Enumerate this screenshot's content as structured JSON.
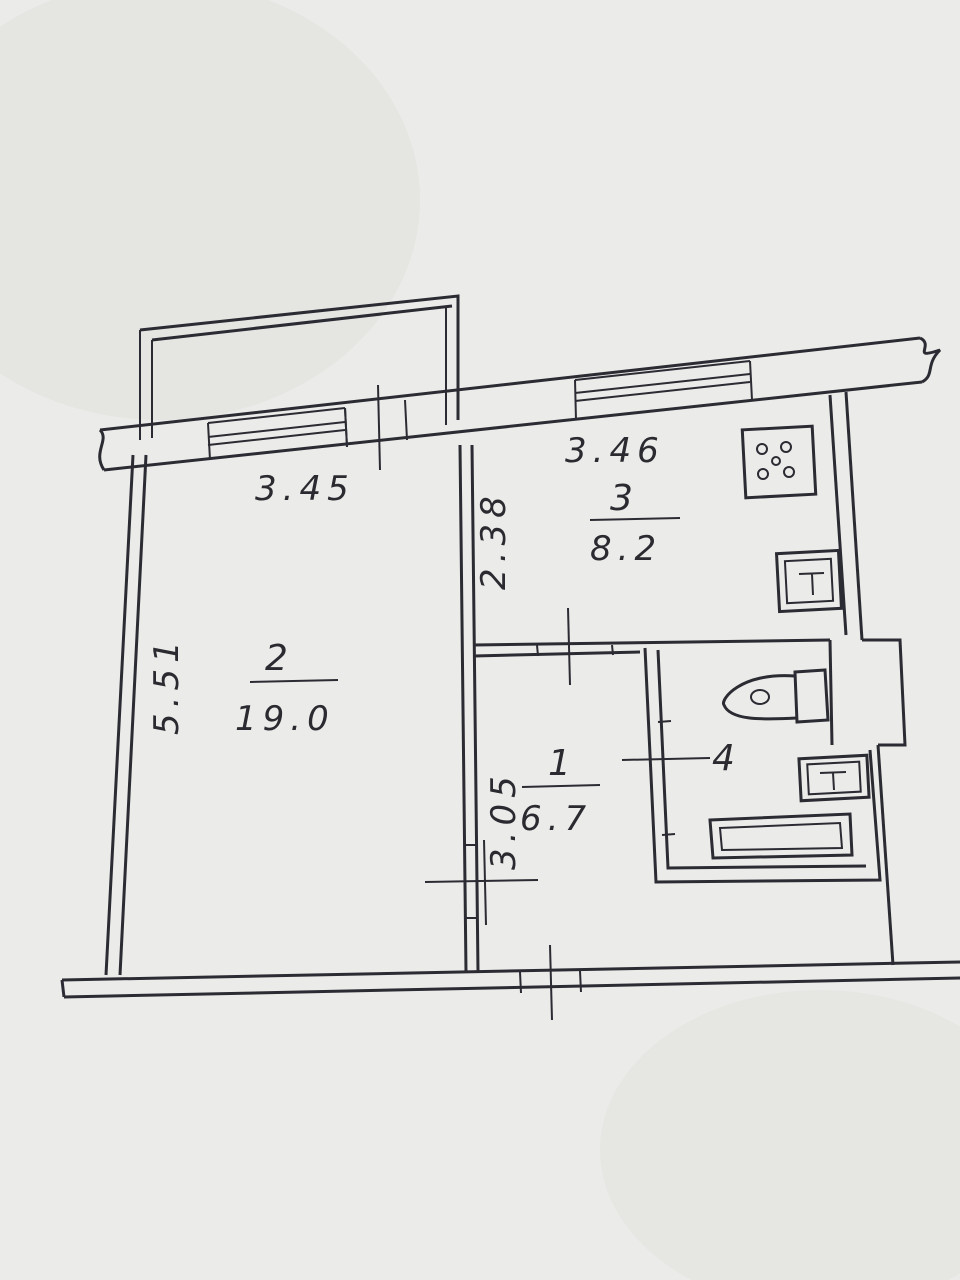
{
  "plan": {
    "rooms": [
      {
        "number": "1",
        "area": "6.7"
      },
      {
        "number": "2",
        "area": "19.0"
      },
      {
        "number": "3",
        "area": "8.2"
      },
      {
        "number": "4"
      }
    ],
    "dimensions": {
      "room2_width": "3.45",
      "room2_length": "5.51",
      "room3_width": "3.46",
      "room3_depth": "2.38",
      "room1_length": "3.05"
    },
    "fixtures": [
      "stove",
      "sink",
      "toilet",
      "bathtub"
    ]
  }
}
